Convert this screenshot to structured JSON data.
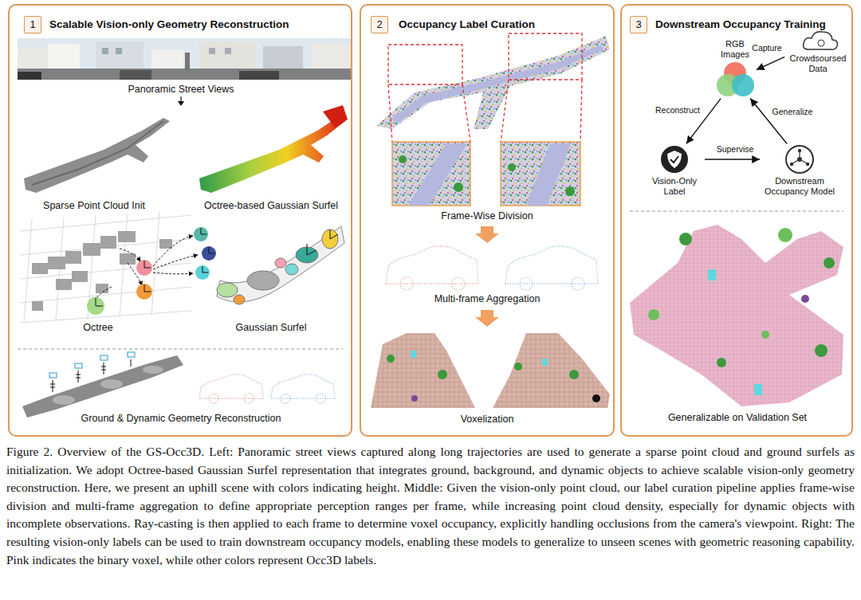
{
  "diagram": {
    "caption": "Figure 2. Overview of the GS-Occ3D. Left: Panoramic street views captured along long trajectories are used to generate a sparse point cloud and ground surfels as initialization. We adopt Octree-based Gaussian Surfel representation that integrates ground, background, and dynamic objects to achieve scalable vision-only geometry reconstruction. Here, we present an uphill scene with colors indicating height. Middle: Given the vision-only point cloud, our label curation pipeline applies frame-wise division and multi-frame aggregation to define appropriate perception ranges per frame, while increasing point cloud density, especially for dynamic objects with incomplete observations. Ray-casting is then applied to each frame to determine voxel occupancy, explicitly handling occlusions from the camera's viewpoint. Right: The resulting vision-only labels can be used to train downstream occupancy models, enabling these models to generalize to unseen scenes with geometric reasoning capability. Pink indicates the binary voxel, while other colors represent Occ3D labels.",
    "nodes": [
      {
        "text": [
          "Scalable Vision-only Geometry Reconstruction"
        ]
      },
      {
        "text": [
          "1"
        ],
        "in": 0
      },
      {
        "text": [
          "Occupancy Label Curation"
        ]
      },
      {
        "text": [
          "2"
        ],
        "in": 2
      },
      {
        "text": [
          "Downstream Occupancy Training"
        ]
      },
      {
        "text": [
          "3"
        ],
        "in": 4
      },
      {
        "text": [
          "RGB Images"
        ],
        "in": 4
      },
      {
        "text": [
          "Crowdsoursed Data"
        ],
        "in": 4
      },
      {
        "text": [
          "Vision-Only Label"
        ],
        "in": 4
      },
      {
        "text": [
          "Downstream Occupancy Model"
        ],
        "in": 4
      }
    ],
    "edges": [
      {
        "from": 7,
        "to": 6,
        "label": "Capture",
        "arrow": "to"
      },
      {
        "from": 6,
        "to": 8,
        "label": "Reconstruct",
        "arrow": "to"
      },
      {
        "from": 8,
        "to": 9,
        "label": "Supervise",
        "arrow": "to"
      },
      {
        "from": 9,
        "to": 6,
        "label": "Generalize",
        "arrow": "to"
      }
    ],
    "labels": [
      "Panoramic Street Views",
      "Sparse Point Cloud Init",
      "Octree-based Gaussian Surfel",
      "Octree",
      "Gaussian Surfel",
      "Ground & Dynamic Geometry Reconstruction",
      "Frame-Wise Division",
      "Multi-frame Aggregation",
      "Voxelization",
      "Generalizable on Validation Set"
    ]
  }
}
